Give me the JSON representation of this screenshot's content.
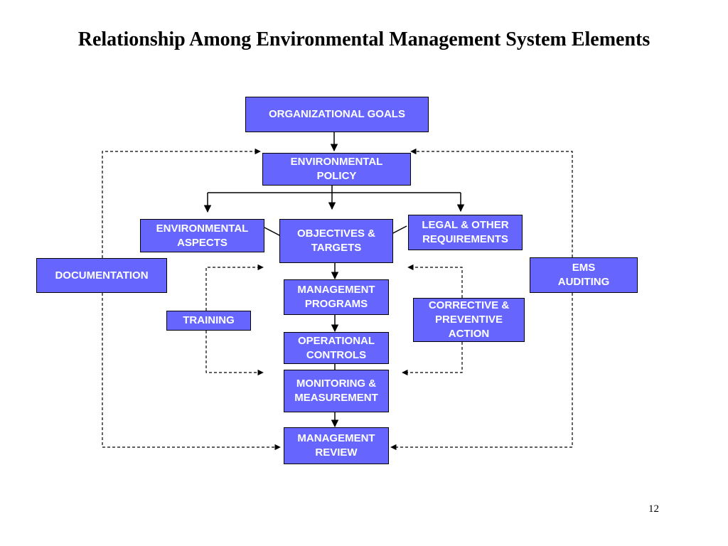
{
  "slide": {
    "title": "Relationship Among Environmental Management System Elements",
    "page_number": "12"
  },
  "nodes": {
    "organizational_goals": "ORGANIZATIONAL GOALS",
    "environmental_policy": "ENVIRONMENTAL\nPOLICY",
    "environmental_aspects": "ENVIRONMENTAL\nASPECTS",
    "objectives_targets": "OBJECTIVES &\nTARGETS",
    "legal_requirements": "LEGAL & OTHER\nREQUIREMENTS",
    "documentation": "DOCUMENTATION",
    "ems_auditing": "EMS\nAUDITING",
    "management_programs": "MANAGEMENT\nPROGRAMS",
    "training": "TRAINING",
    "corrective_action": "CORRECTIVE &\nPREVENTIVE\nACTION",
    "operational_controls": "OPERATIONAL\nCONTROLS",
    "monitoring_measurement": "MONITORING &\nMEASUREMENT",
    "management_review": "MANAGEMENT\nREVIEW"
  },
  "colors": {
    "node_fill": "#6666ff",
    "node_text": "#ffffff",
    "line": "#000000"
  }
}
